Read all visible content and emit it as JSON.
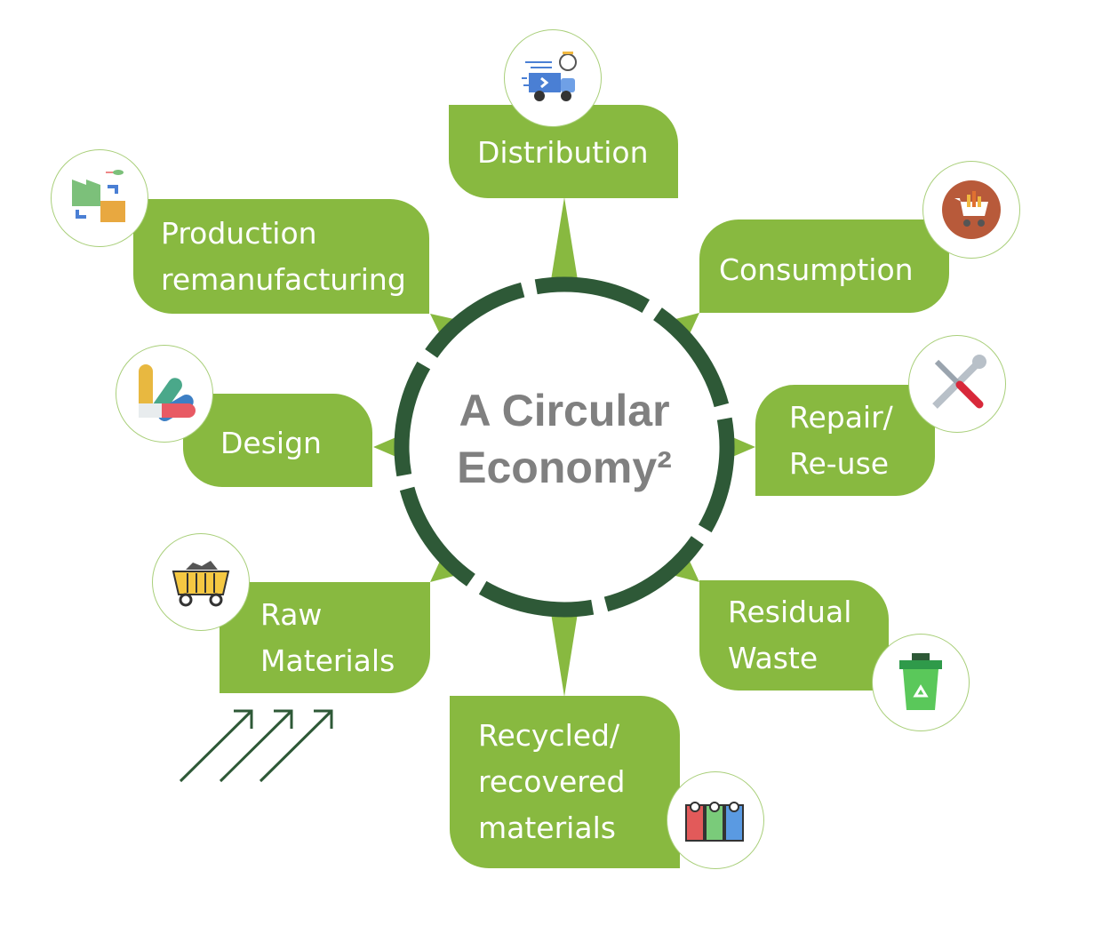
{
  "center": {
    "line1": "A Circular",
    "line2": "Economy²"
  },
  "nodes": {
    "distribution": {
      "lines": [
        "Distribution"
      ],
      "icon": "delivery-truck-icon"
    },
    "consumption": {
      "lines": [
        "Consumption"
      ],
      "icon": "shopping-cart-icon"
    },
    "repair": {
      "lines": [
        "Repair/",
        "Re-use"
      ],
      "icon": "tools-icon"
    },
    "residual": {
      "lines": [
        "Residual",
        "Waste"
      ],
      "icon": "recycle-bin-icon"
    },
    "recycled": {
      "lines": [
        "Recycled/",
        "recovered",
        "materials"
      ],
      "icon": "sorting-bins-icon"
    },
    "raw": {
      "lines": [
        "Raw",
        "Materials"
      ],
      "icon": "mine-cart-icon"
    },
    "design": {
      "lines": [
        "Design"
      ],
      "icon": "color-palette-icon"
    },
    "production": {
      "lines": [
        "Production",
        "remanufacturing"
      ],
      "icon": "factory-icon"
    }
  },
  "colors": {
    "green": "#88b940",
    "dark_green": "#2e5937",
    "text_gray": "#808080"
  }
}
